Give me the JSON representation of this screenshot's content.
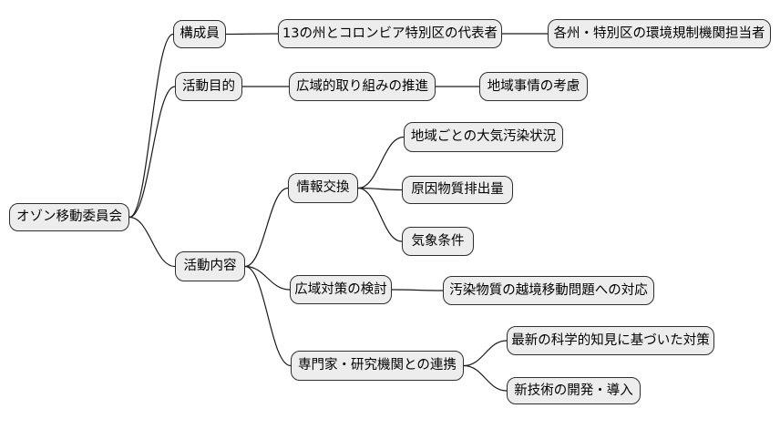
{
  "diagram": {
    "type": "mindmap",
    "title": "オゾン移動委員会",
    "background_color": "#ffffff"
  },
  "colors": {
    "node_fill": "#ededed",
    "node_border": "#2e2e2e",
    "edge": "#1a1a1a",
    "text": "#000000",
    "background": "#ffffff"
  },
  "nodes": {
    "root": {
      "label": "オゾン移動委員会"
    },
    "members": {
      "label": "構成員"
    },
    "members_rep": {
      "label": "13の州とコロンビア特別区の代表者"
    },
    "members_officials": {
      "label": "各州・特別区の環境規制機関担当者"
    },
    "purpose": {
      "label": "活動目的"
    },
    "purpose_promotion": {
      "label": "広域的取り組みの推進"
    },
    "purpose_regional": {
      "label": "地域事情の考慮"
    },
    "activities": {
      "label": "活動内容"
    },
    "info_exchange": {
      "label": "情報交換"
    },
    "air_pollution": {
      "label": "地域ごとの大気汚染状況"
    },
    "emissions": {
      "label": "原因物質排出量"
    },
    "weather": {
      "label": "気象条件"
    },
    "countermeasures": {
      "label": "広域対策の検討"
    },
    "transboundary": {
      "label": "汚染物質の越境移動問題への対応"
    },
    "experts": {
      "label": "専門家・研究機関との連携"
    },
    "latest_science": {
      "label": "最新の科学的知見に基づいた対策"
    },
    "new_tech": {
      "label": "新技術の開発・導入"
    }
  },
  "edges": [
    {
      "from": "root",
      "to": "members"
    },
    {
      "from": "root",
      "to": "purpose"
    },
    {
      "from": "root",
      "to": "activities"
    },
    {
      "from": "members",
      "to": "members_rep"
    },
    {
      "from": "members_rep",
      "to": "members_officials"
    },
    {
      "from": "purpose",
      "to": "purpose_promotion"
    },
    {
      "from": "purpose_promotion",
      "to": "purpose_regional"
    },
    {
      "from": "activities",
      "to": "info_exchange"
    },
    {
      "from": "activities",
      "to": "countermeasures"
    },
    {
      "from": "activities",
      "to": "experts"
    },
    {
      "from": "info_exchange",
      "to": "air_pollution"
    },
    {
      "from": "info_exchange",
      "to": "emissions"
    },
    {
      "from": "info_exchange",
      "to": "weather"
    },
    {
      "from": "countermeasures",
      "to": "transboundary"
    },
    {
      "from": "experts",
      "to": "latest_science"
    },
    {
      "from": "experts",
      "to": "new_tech"
    }
  ]
}
